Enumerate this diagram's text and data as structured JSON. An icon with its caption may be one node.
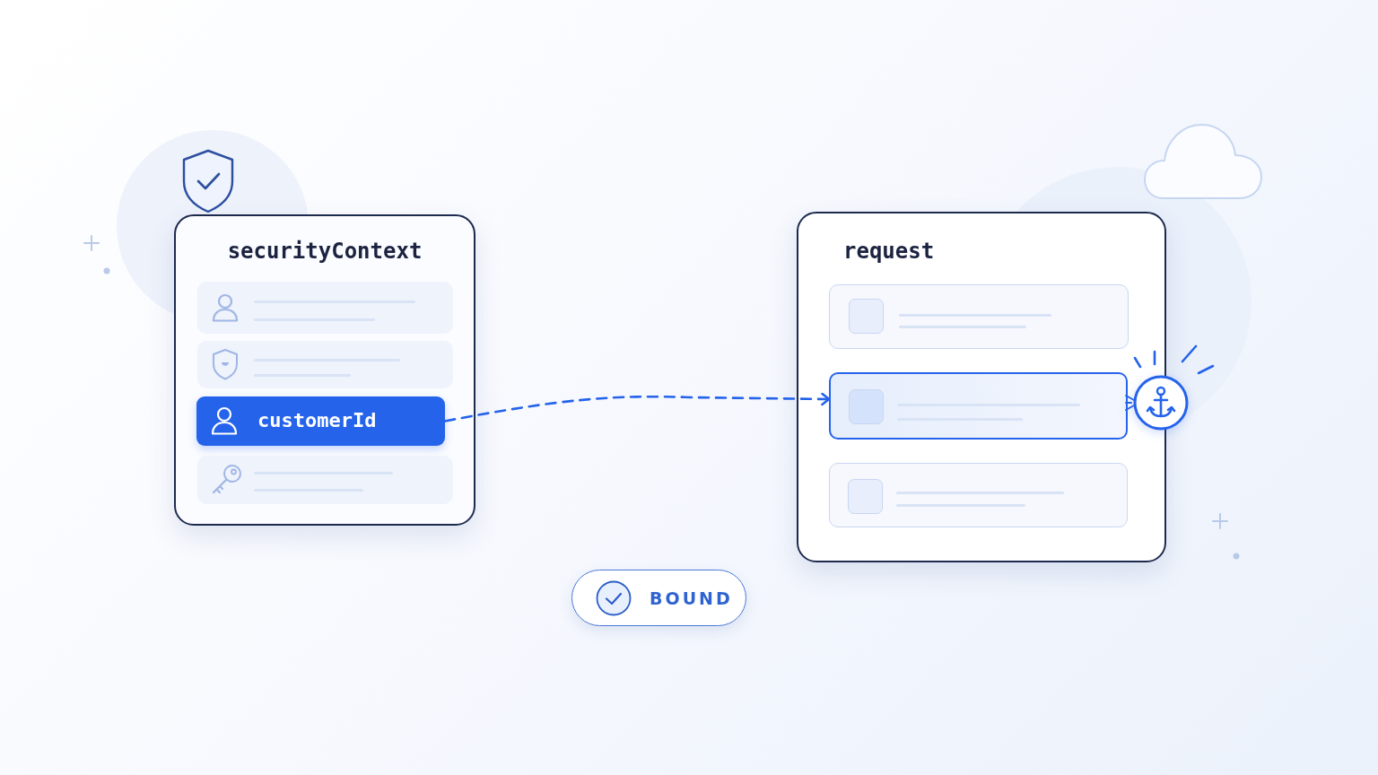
{
  "diagram": {
    "nodes": [
      {
        "text": [
          "securityContext"
        ]
      },
      {
        "text": [],
        "shape": "box",
        "in": 0
      },
      {
        "text": [],
        "shape": "box",
        "in": 0
      },
      {
        "text": [
          "customerId"
        ],
        "in": 0
      },
      {
        "text": [],
        "shape": "box",
        "in": 0
      },
      {
        "text": [
          "request"
        ]
      },
      {
        "text": [],
        "shape": "box",
        "in": 5
      },
      {
        "text": [],
        "shape": "box",
        "in": 5
      },
      {
        "text": [],
        "shape": "box",
        "in": 5
      },
      {
        "text": [
          "BOUND"
        ]
      }
    ],
    "edges": [
      {
        "from": 3,
        "to": 7,
        "arrow": "to",
        "style": "dashed"
      }
    ]
  }
}
